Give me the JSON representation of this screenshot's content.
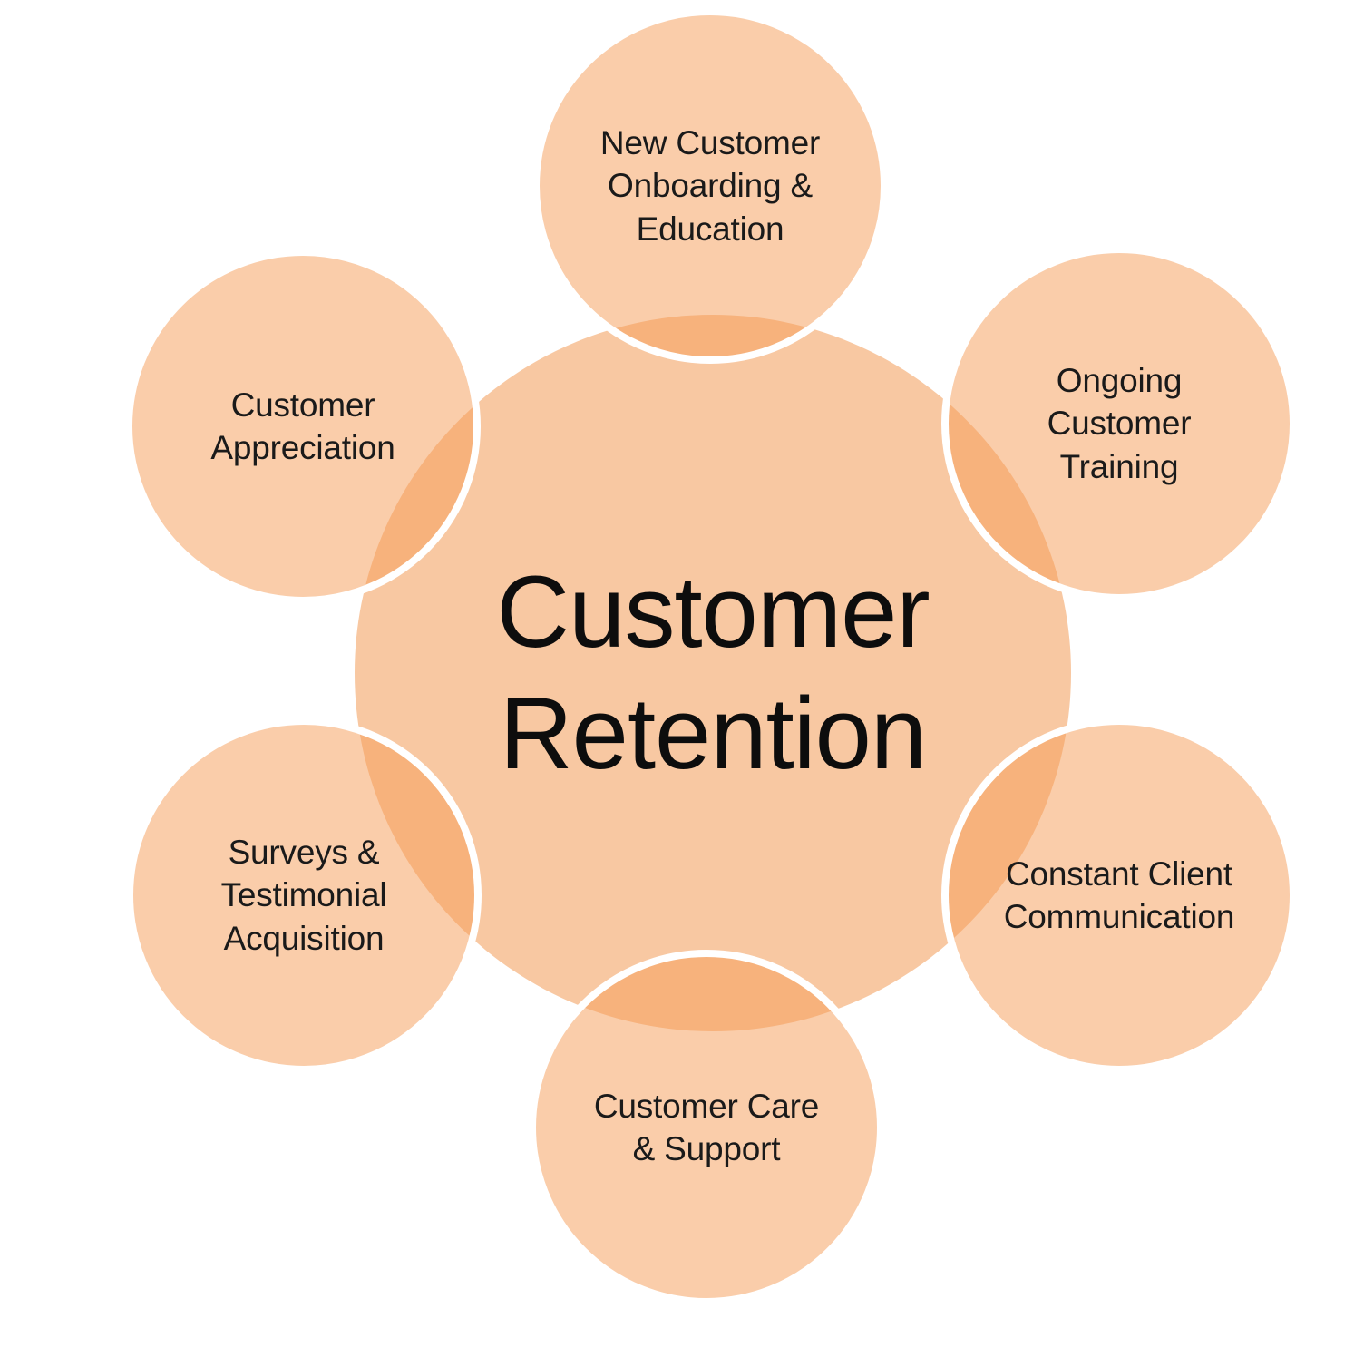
{
  "diagram": {
    "title": "Customer Retention",
    "type": "radial-diagram",
    "center": {
      "label": "Customer\nRetention"
    },
    "nodes": [
      {
        "id": "new-customer-onboarding-education",
        "label": "New Customer\nOnboarding &\nEducation",
        "position": "top"
      },
      {
        "id": "ongoing-customer-training",
        "label": "Ongoing\nCustomer\nTraining",
        "position": "top-right"
      },
      {
        "id": "constant-client-communication",
        "label": "Constant Client\nCommunication",
        "position": "bottom-right"
      },
      {
        "id": "customer-care-support",
        "label": "Customer Care\n& Support",
        "position": "bottom"
      },
      {
        "id": "surveys-testimonial-acquisition",
        "label": "Surveys &\nTestimonial\nAcquisition",
        "position": "bottom-left"
      },
      {
        "id": "customer-appreciation",
        "label": "Customer\nAppreciation",
        "position": "top-left"
      }
    ],
    "colors": {
      "background": "#FFFFFF",
      "center_fill": "#F8C8A2",
      "satellite_fill": "rgba(245, 155, 85, 0.5)",
      "satellite_fill_on_white": "#FACDA9",
      "overlap_fill": "#F3B17B",
      "ring_stroke": "#FFFFFF",
      "text": "#1A1A1A"
    }
  }
}
